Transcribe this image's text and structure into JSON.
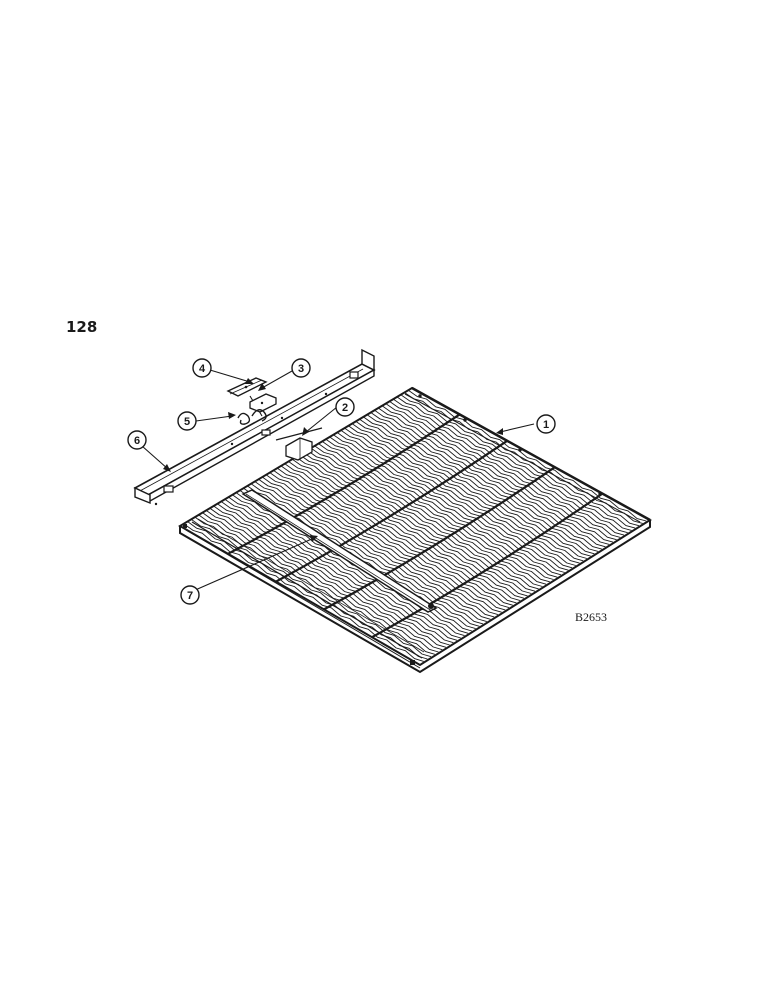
{
  "page_number": "128",
  "figure_code": "B2653",
  "callouts": [
    {
      "id": "1",
      "label": "1"
    },
    {
      "id": "2",
      "label": "2"
    },
    {
      "id": "3",
      "label": "3"
    },
    {
      "id": "4",
      "label": "4"
    },
    {
      "id": "5",
      "label": "5"
    },
    {
      "id": "6",
      "label": "6"
    },
    {
      "id": "7",
      "label": "7"
    }
  ],
  "colors": {
    "ink": "#1a1a1a",
    "paper": "#ffffff"
  }
}
